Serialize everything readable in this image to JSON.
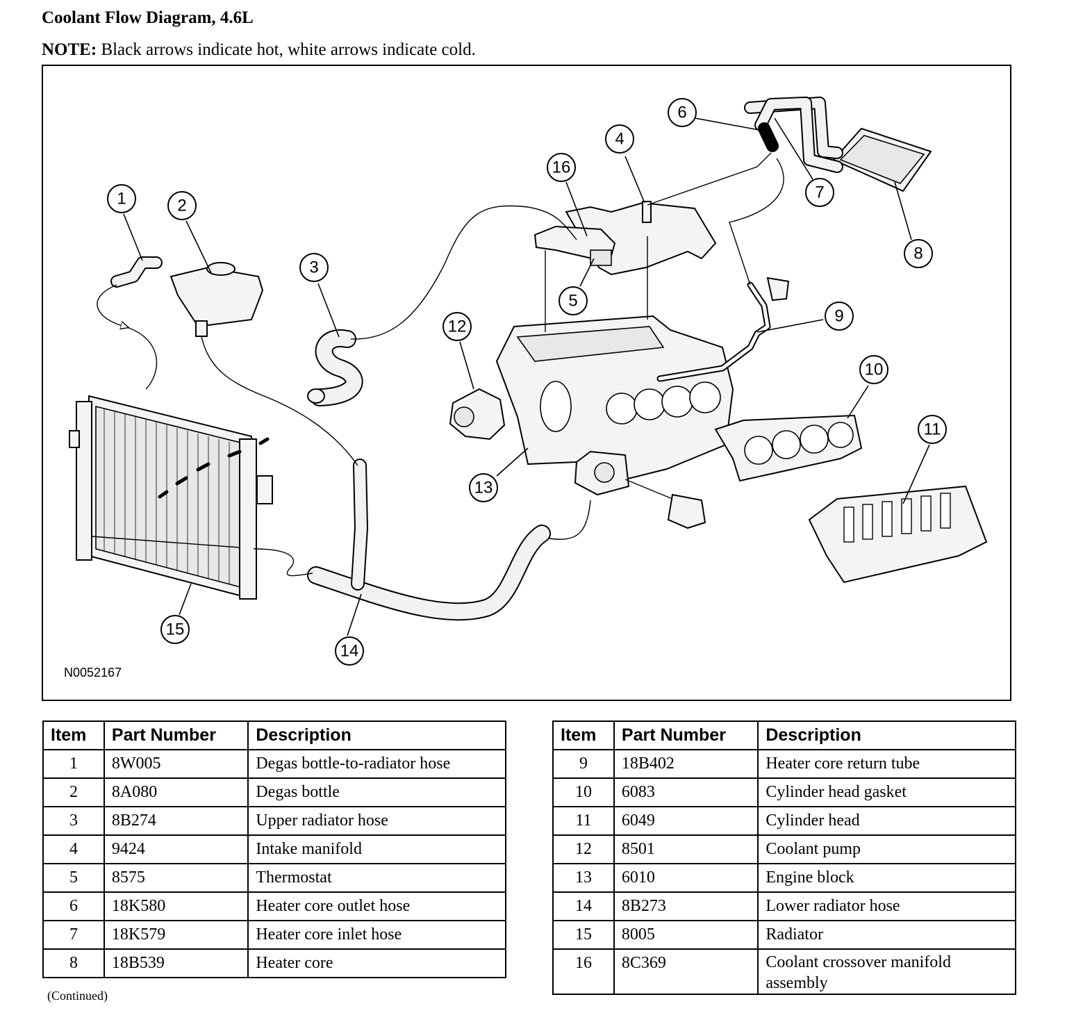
{
  "header": {
    "title": "Coolant Flow Diagram, 4.6L",
    "note_label": "NOTE:",
    "note_text": " Black arrows indicate hot, white arrows indicate cold."
  },
  "figure": {
    "id": "N0052167",
    "callouts": [
      "1",
      "2",
      "3",
      "4",
      "5",
      "6",
      "7",
      "8",
      "9",
      "10",
      "11",
      "12",
      "13",
      "14",
      "15",
      "16"
    ]
  },
  "tables": {
    "columns": [
      "Item",
      "Part Number",
      "Description"
    ],
    "left_rows": [
      {
        "item": "1",
        "part": "8W005",
        "desc": "Degas bottle-to-radiator hose"
      },
      {
        "item": "2",
        "part": "8A080",
        "desc": "Degas bottle"
      },
      {
        "item": "3",
        "part": "8B274",
        "desc": "Upper radiator hose"
      },
      {
        "item": "4",
        "part": "9424",
        "desc": "Intake manifold"
      },
      {
        "item": "5",
        "part": "8575",
        "desc": "Thermostat"
      },
      {
        "item": "6",
        "part": "18K580",
        "desc": "Heater core outlet hose"
      },
      {
        "item": "7",
        "part": "18K579",
        "desc": "Heater core inlet hose"
      },
      {
        "item": "8",
        "part": "18B539",
        "desc": "Heater core"
      }
    ],
    "right_rows": [
      {
        "item": "9",
        "part": "18B402",
        "desc": "Heater core return tube"
      },
      {
        "item": "10",
        "part": "6083",
        "desc": "Cylinder head gasket"
      },
      {
        "item": "11",
        "part": "6049",
        "desc": "Cylinder head"
      },
      {
        "item": "12",
        "part": "8501",
        "desc": "Coolant pump"
      },
      {
        "item": "13",
        "part": "6010",
        "desc": "Engine block"
      },
      {
        "item": "14",
        "part": "8B273",
        "desc": "Lower radiator hose"
      },
      {
        "item": "15",
        "part": "8005",
        "desc": "Radiator"
      },
      {
        "item": "16",
        "part": "8C369",
        "desc": "Coolant crossover manifold assembly"
      }
    ],
    "continued": "(Continued)"
  }
}
